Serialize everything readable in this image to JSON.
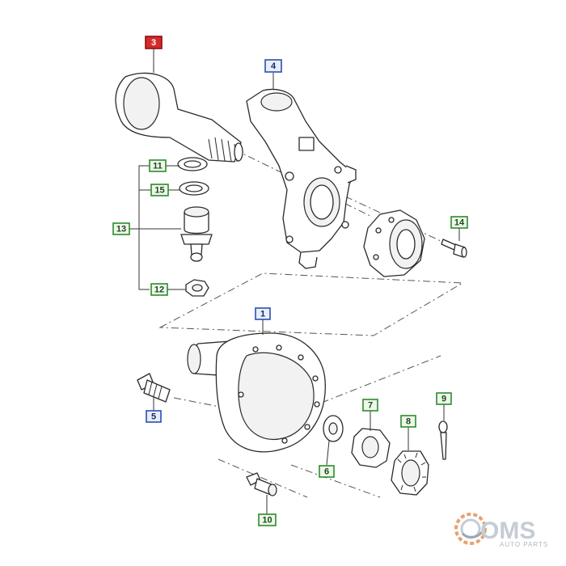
{
  "callouts": [
    {
      "id": "c3",
      "label": "3",
      "style": "red"
    },
    {
      "id": "c4",
      "label": "4",
      "style": "blue"
    },
    {
      "id": "c11",
      "label": "11",
      "style": "green"
    },
    {
      "id": "c15",
      "label": "15",
      "style": "green"
    },
    {
      "id": "c13",
      "label": "13",
      "style": "green"
    },
    {
      "id": "c12",
      "label": "12",
      "style": "green"
    },
    {
      "id": "c14",
      "label": "14",
      "style": "green"
    },
    {
      "id": "c1",
      "label": "1",
      "style": "blue"
    },
    {
      "id": "c5",
      "label": "5",
      "style": "blue"
    },
    {
      "id": "c7",
      "label": "7",
      "style": "green"
    },
    {
      "id": "c8",
      "label": "8",
      "style": "green"
    },
    {
      "id": "c9",
      "label": "9",
      "style": "green"
    },
    {
      "id": "c6",
      "label": "6",
      "style": "green"
    },
    {
      "id": "c10",
      "label": "10",
      "style": "green"
    }
  ],
  "callout_styles": {
    "red": {
      "fill": "#d42a2a",
      "stroke": "#8a1010",
      "text": "#ffffff"
    },
    "blue": {
      "fill": "#e8eefb",
      "stroke": "#2a4fb0",
      "text": "#1a2a6a"
    },
    "green": {
      "fill": "#eef7e9",
      "stroke": "#2e8a2e",
      "text": "#1a4a1a"
    }
  },
  "logo": {
    "text": "OMS",
    "subtext": "AUTO PARTS",
    "icon": "gear-icon",
    "color": "#c5ccd6"
  }
}
